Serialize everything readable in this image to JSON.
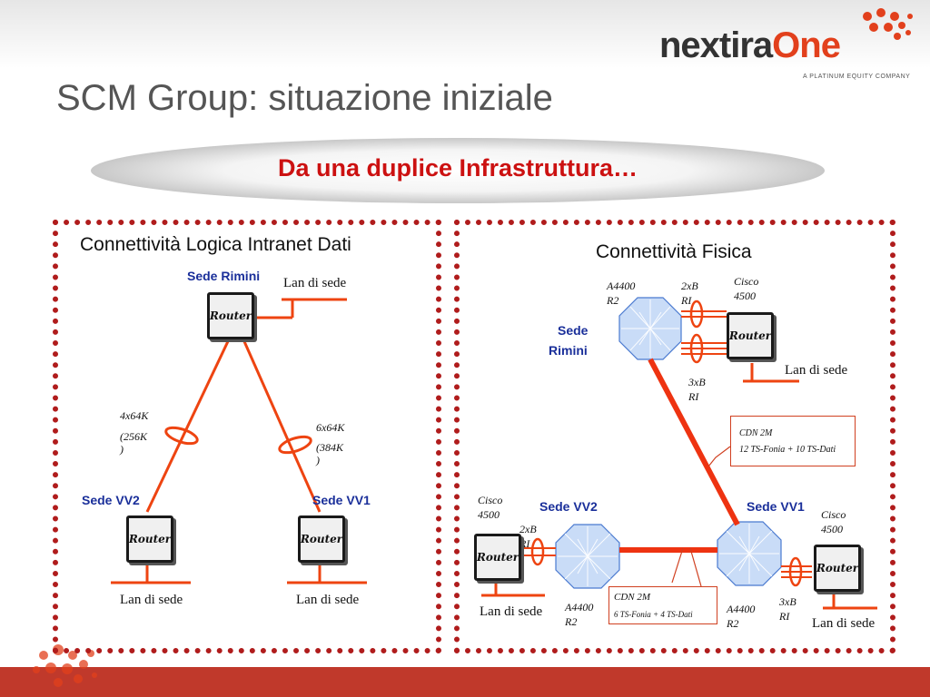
{
  "slide": {
    "title": "SCM Group: situazione iniziale",
    "banner": "Da una duplice Infrastruttura…"
  },
  "logo": {
    "name_part1": "nextira",
    "name_part2": "One",
    "tagline": "A PLATINUM EQUITY COMPANY"
  },
  "left_panel": {
    "title": "Connettività Logica Intranet Dati",
    "router_label": "Router",
    "lan_label": "Lan di sede",
    "site_rimini": "Sede Rimini",
    "site_vv2": "Sede VV2",
    "site_vv1": "Sede VV1",
    "link_vv2": {
      "line1": "4x64K",
      "line2": "(256K",
      "line3": ")"
    },
    "link_vv1": {
      "line1": "6x64K",
      "line2": "(384K",
      "line3": ")"
    }
  },
  "right_panel": {
    "title": "Connettività Fisica",
    "router_label": "Router",
    "lan_label": "Lan di sede",
    "site_rimini_l1": "Sede",
    "site_rimini_l2": "Rimini",
    "site_vv2": "Sede VV2",
    "site_vv1": "Sede VV1",
    "switch_label_l1": "A4400",
    "switch_label_l2": "R2",
    "cisco_l1": "Cisco",
    "cisco_l2": "4500",
    "bri2_l1": "2xB",
    "bri2_l2": "RI",
    "bri3_l1": "3xB",
    "bri3_l2": "RI",
    "cdn_top_l1": "CDN 2M",
    "cdn_top_l2": "12 TS-Fonia + 10 TS-Dati",
    "cdn_bottom_l1": "CDN 2M",
    "cdn_bottom_l2": "6 TS-Fonia + 4 TS-Dati"
  },
  "colors": {
    "link": "#ee4411",
    "site_label": "#1a2f9a",
    "banner_text": "#cc1111",
    "panel_border": "#b01c1c",
    "footer": "#c0392b"
  }
}
